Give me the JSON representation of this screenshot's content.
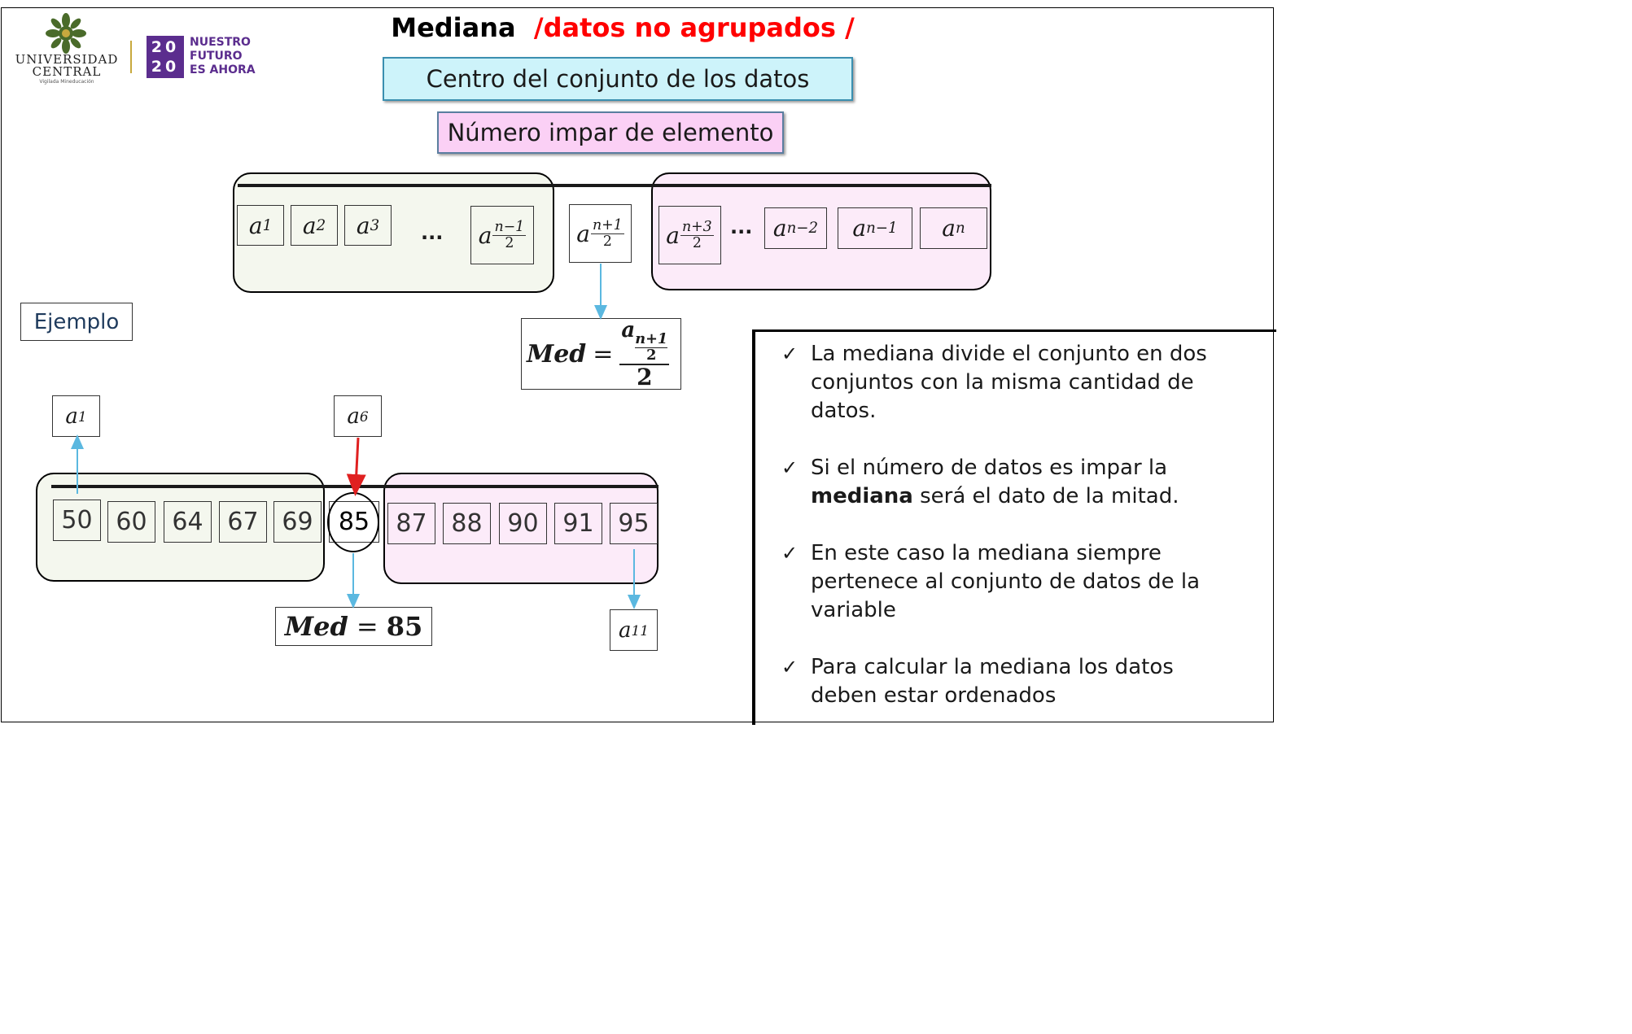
{
  "header": {
    "title_main": "Mediana",
    "title_sub": "/datos no agrupados /",
    "subtitle_box": "Centro del conjunto de los datos",
    "odd_box": "Número impar de elemento"
  },
  "logos": {
    "university_name_line1": "UNIVERSIDAD",
    "university_name_line2": "CENTRAL",
    "university_tagline": "Vigilada Mineducación",
    "campaign_year_top": "20",
    "campaign_year_bottom": "20",
    "campaign_line1": "NUESTRO",
    "campaign_line2": "FUTURO",
    "campaign_line3": "ES AHORA"
  },
  "general": {
    "left_cells": [
      {
        "base": "a",
        "sub": "1"
      },
      {
        "base": "a",
        "sub": "2"
      },
      {
        "base": "a",
        "sub": "3"
      }
    ],
    "ellipsis": "...",
    "left_last": {
      "base": "a",
      "num": "n−1",
      "den": "2"
    },
    "middle": {
      "base": "a",
      "num": "n+1",
      "den": "2"
    },
    "right_first": {
      "base": "a",
      "num": "n+3",
      "den": "2"
    },
    "right_cells": [
      {
        "base": "a",
        "sub": "n−2"
      },
      {
        "base": "a",
        "sub": "n−1"
      },
      {
        "base": "a",
        "sub": "n"
      }
    ],
    "formula": {
      "lhs": "Med",
      "eq": "=",
      "top_base": "a",
      "top_num": "n+1",
      "top_den": "2",
      "den": "2"
    }
  },
  "example": {
    "label": "Ejemplo",
    "left_values": [
      "50",
      "60",
      "64",
      "67",
      "69"
    ],
    "median_value": "85",
    "right_values": [
      "87",
      "88",
      "90",
      "91",
      "95"
    ],
    "label_first": {
      "base": "a",
      "sub": "1"
    },
    "label_middle": {
      "base": "a",
      "sub": "6"
    },
    "label_last": {
      "base": "a",
      "sub": "11"
    },
    "result": {
      "lhs": "Med",
      "eq": "=",
      "value": "85"
    }
  },
  "notes": {
    "items": [
      {
        "text": "La mediana divide el conjunto en dos conjuntos con la misma cantidad de datos."
      },
      {
        "pre": "Si el número de datos es impar la ",
        "bold": "mediana",
        "post": " será el dato de la mitad."
      },
      {
        "text": "En este caso la mediana siempre pertenece al conjunto de datos de la variable"
      },
      {
        "text": "Para calcular la mediana los datos deben estar ordenados"
      }
    ],
    "check_glyph": "✓"
  },
  "colors": {
    "title_red": "#ff0000",
    "cyan_box": "#cdf3fa",
    "cyan_border": "#3b8fb0",
    "pink_box": "#fbd0f5",
    "pink_border": "#5a7ea0",
    "left_group_fill": "#f4f7ee",
    "right_group_fill": "#fcebf9",
    "arrow_blue": "#5bb8e0",
    "arrow_red": "#e02020",
    "campaign_purple": "#5b2d8e",
    "logo_green": "#4a6b2a",
    "logo_gold": "#c8a93e"
  }
}
